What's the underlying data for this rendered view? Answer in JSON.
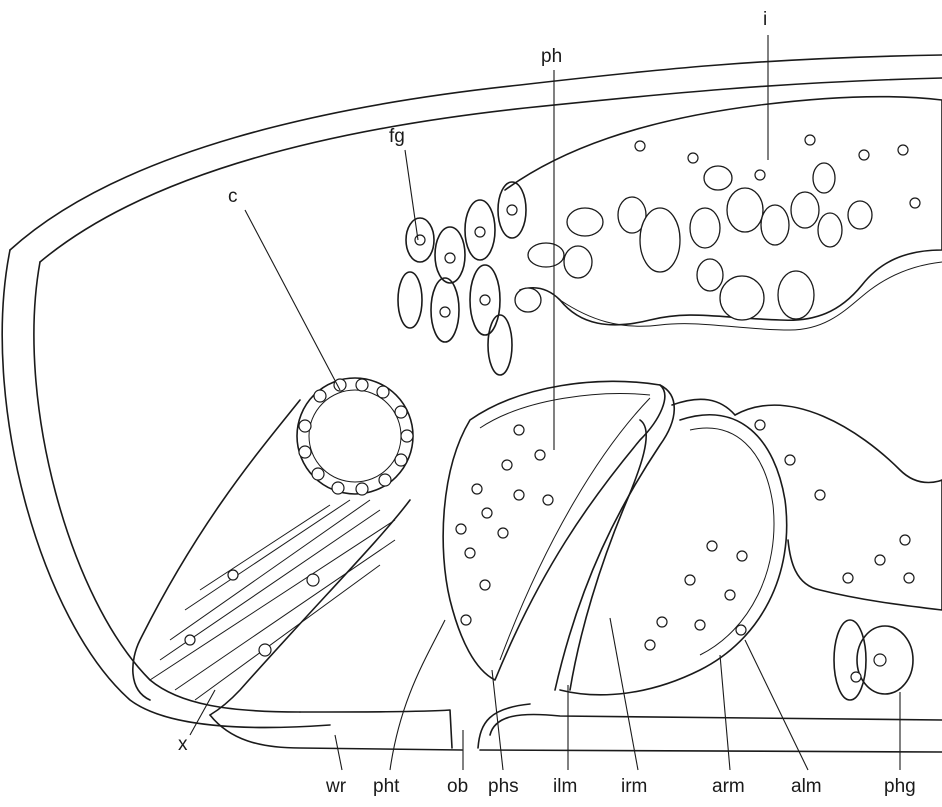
{
  "labels": {
    "i": "i",
    "ph": "ph",
    "fg": "fg",
    "c": "c",
    "x": "x",
    "wr": "wr",
    "pht": "pht",
    "ob": "ob",
    "phs": "phs",
    "ilm": "ilm",
    "irm": "irm",
    "arm": "arm",
    "alm": "alm",
    "phg": "phg"
  }
}
